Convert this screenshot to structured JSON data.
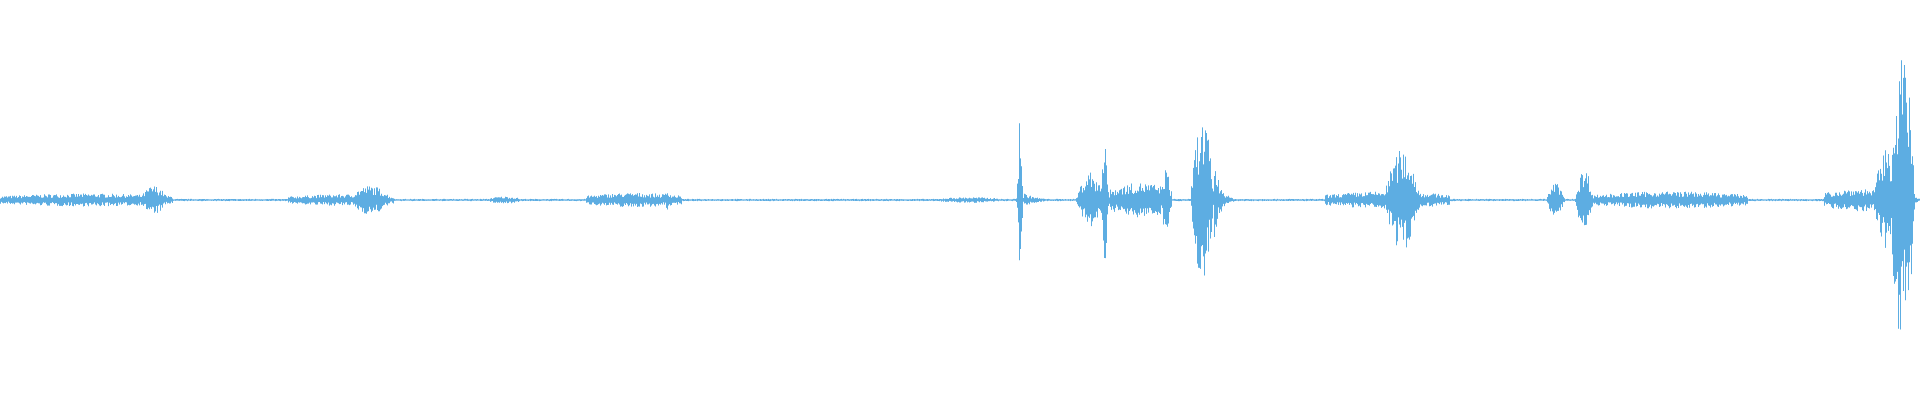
{
  "waveform": {
    "color": "#5dade2",
    "background": "#ffffff",
    "amplitude_range": [
      -1,
      1
    ],
    "baseline_noise": 0.008,
    "segments": [
      {
        "start": 0.0,
        "end": 0.09,
        "peak": 0.045,
        "shape": "flat"
      },
      {
        "start": 0.072,
        "end": 0.088,
        "peak": 0.1,
        "shape": "bump"
      },
      {
        "start": 0.15,
        "end": 0.205,
        "peak": 0.04,
        "shape": "flat"
      },
      {
        "start": 0.18,
        "end": 0.205,
        "peak": 0.1,
        "shape": "bump"
      },
      {
        "start": 0.255,
        "end": 0.27,
        "peak": 0.025,
        "shape": "flat"
      },
      {
        "start": 0.305,
        "end": 0.355,
        "peak": 0.05,
        "shape": "flat"
      },
      {
        "start": 0.345,
        "end": 0.35,
        "peak": 0.07,
        "shape": "bump"
      },
      {
        "start": 0.49,
        "end": 0.52,
        "peak": 0.02,
        "shape": "flat"
      },
      {
        "start": 0.529,
        "end": 0.533,
        "peak": 0.72,
        "shape": "spike"
      },
      {
        "start": 0.533,
        "end": 0.56,
        "peak": 0.05,
        "shape": "decay"
      },
      {
        "start": 0.56,
        "end": 0.575,
        "peak": 0.2,
        "shape": "bump"
      },
      {
        "start": 0.572,
        "end": 0.578,
        "peak": 0.55,
        "shape": "spike"
      },
      {
        "start": 0.578,
        "end": 0.61,
        "peak": 0.12,
        "shape": "flat"
      },
      {
        "start": 0.604,
        "end": 0.61,
        "peak": 0.22,
        "shape": "bump"
      },
      {
        "start": 0.62,
        "end": 0.632,
        "peak": 0.55,
        "shape": "burst"
      },
      {
        "start": 0.632,
        "end": 0.645,
        "peak": 0.3,
        "shape": "decay"
      },
      {
        "start": 0.69,
        "end": 0.755,
        "peak": 0.06,
        "shape": "flat"
      },
      {
        "start": 0.72,
        "end": 0.74,
        "peak": 0.35,
        "shape": "bump"
      },
      {
        "start": 0.805,
        "end": 0.815,
        "peak": 0.12,
        "shape": "bump"
      },
      {
        "start": 0.82,
        "end": 0.83,
        "peak": 0.22,
        "shape": "bump"
      },
      {
        "start": 0.83,
        "end": 0.91,
        "peak": 0.06,
        "shape": "flat"
      },
      {
        "start": 0.95,
        "end": 0.985,
        "peak": 0.08,
        "shape": "flat"
      },
      {
        "start": 0.975,
        "end": 0.99,
        "peak": 0.35,
        "shape": "bump"
      },
      {
        "start": 0.984,
        "end": 0.997,
        "peak": 1.0,
        "shape": "burst"
      },
      {
        "start": 0.99,
        "end": 1.0,
        "peak": 0.4,
        "shape": "decay"
      }
    ]
  }
}
